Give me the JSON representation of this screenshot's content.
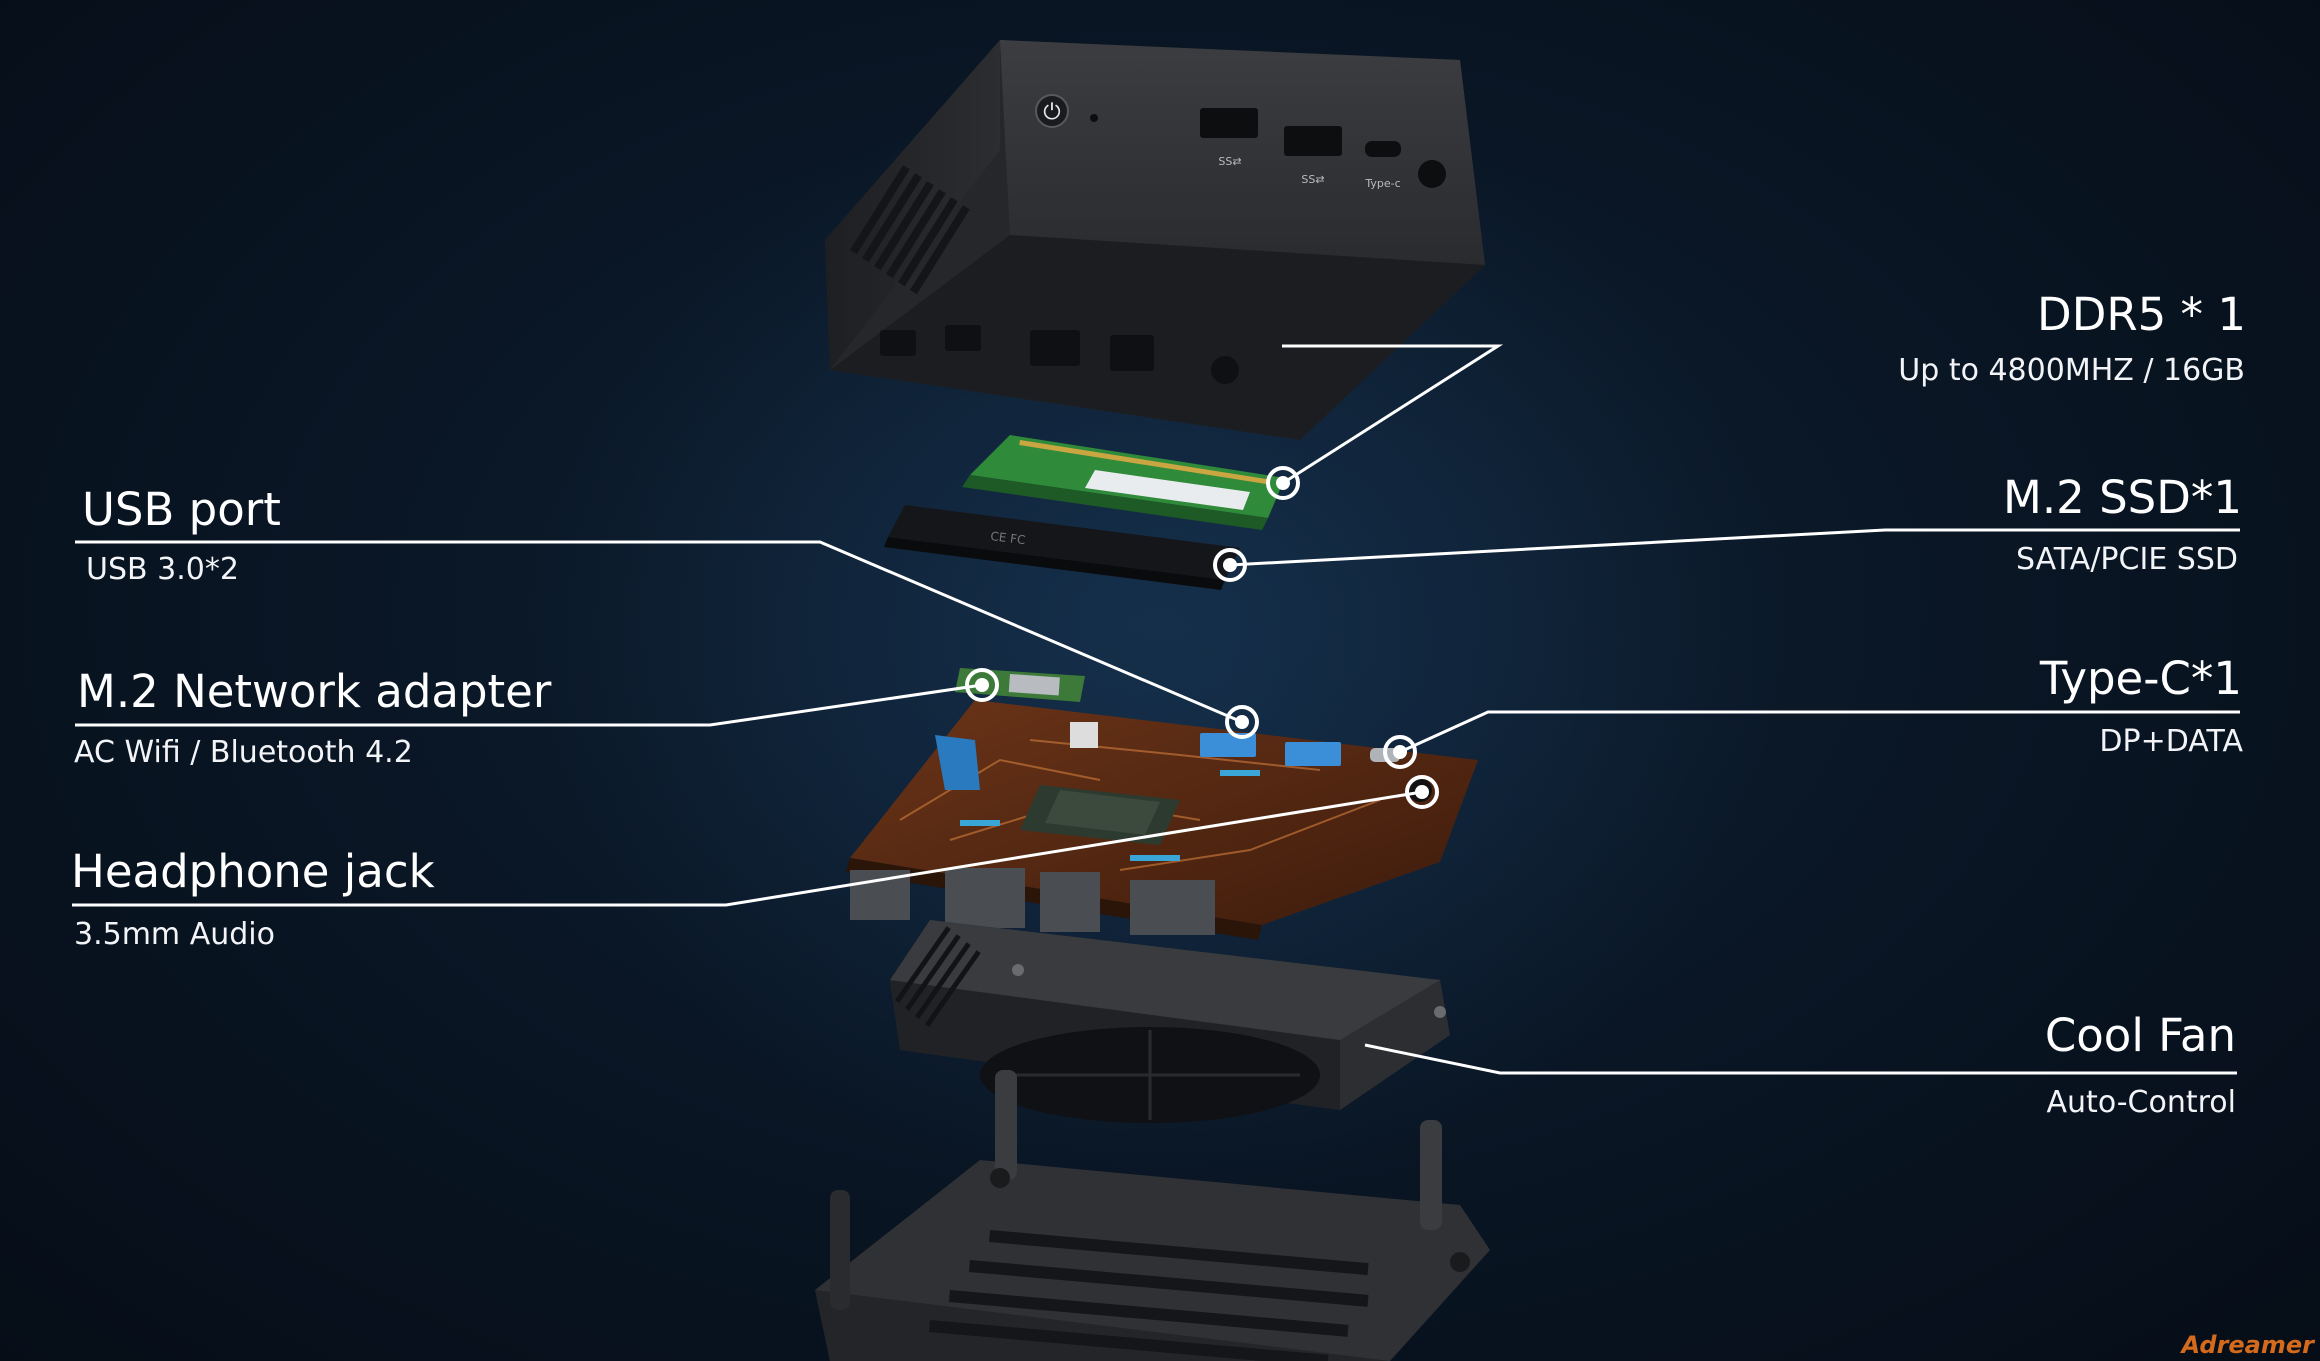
{
  "callouts": {
    "ddr5": {
      "title": "DDR5 * 1",
      "sub": "Up to 4800MHZ / 16GB"
    },
    "ssd": {
      "title": "M.2 SSD*1",
      "sub": "SATA/PCIE  SSD"
    },
    "usb": {
      "title": "USB port",
      "sub": "USB 3.0*2"
    },
    "network": {
      "title": "M.2 Network adapter",
      "sub": "AC Wifi / Bluetooth 4.2"
    },
    "typec": {
      "title": "Type-C*1",
      "sub": "DP+DATA"
    },
    "headphone": {
      "title": "Headphone jack",
      "sub": "3.5mm Audio"
    },
    "fan": {
      "title": "Cool Fan",
      "sub": "Auto-Control"
    }
  },
  "device": {
    "port_labels": {
      "usb_a_1": "SS⇄",
      "usb_a_2": "SS⇄",
      "type_c": "Type-c"
    }
  },
  "watermark": "Adreamer",
  "colors": {
    "background": "#0a1726",
    "line": "#ffffff",
    "pcb": "#5a2a14",
    "usb_port": "#3a8fd8",
    "ram": "#2f8a3a",
    "shell": "#2d2e31",
    "watermark": "#d46a1c"
  }
}
